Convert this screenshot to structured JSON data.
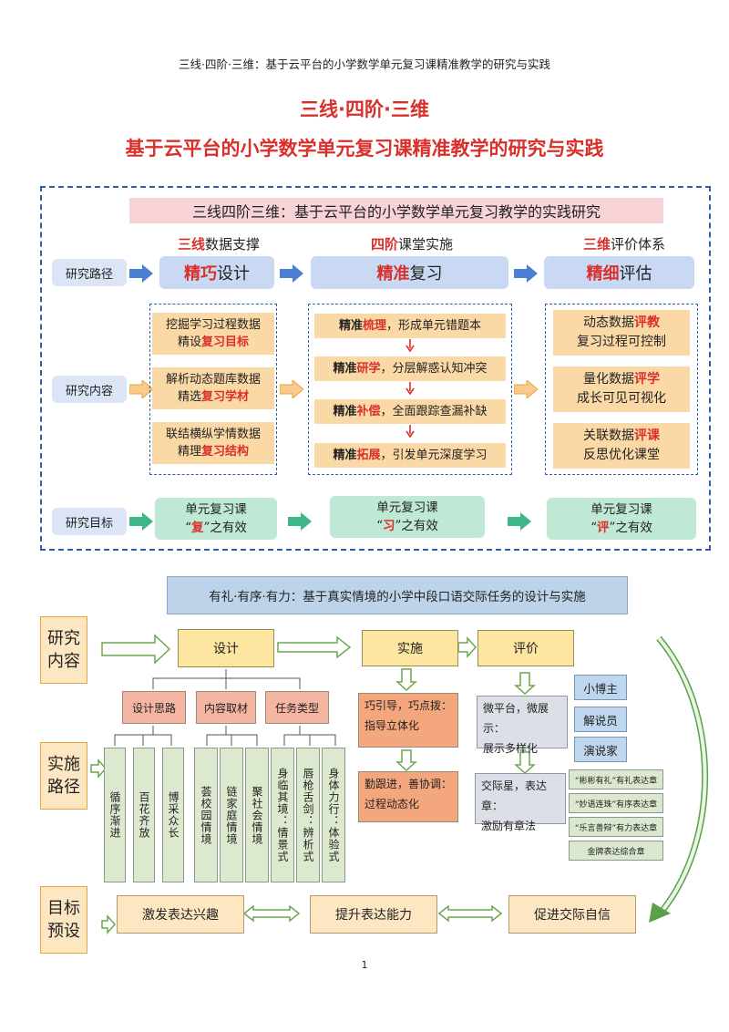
{
  "header": "三线·四阶·三维：基于云平台的小学数学单元复习课精准教学的研究与实践",
  "title": {
    "line1": "三线·四阶·三维",
    "line2": "基于云平台的小学数学单元复习课精准教学的研究与实践"
  },
  "diagram1": {
    "banner": "三线四阶三维：基于云平台的小学数学单元复习教学的实践研究",
    "columns": [
      {
        "head_red": "三线",
        "head_rest": "数据支撑",
        "box_red": "精巧",
        "box_rest": "设计"
      },
      {
        "head_red": "四阶",
        "head_rest": "课堂实施",
        "box_red": "精准",
        "box_rest": "复习"
      },
      {
        "head_red": "三维",
        "head_rest": "评价体系",
        "box_red": "精细",
        "box_rest": "评估"
      }
    ],
    "row_labels": {
      "path": "研究路径",
      "content": "研究内容",
      "goal": "研究目标"
    },
    "col1_items": [
      {
        "line1": "挖掘学习过程数据",
        "pre": "精设",
        "red": "复习目标"
      },
      {
        "line1": "解析动态题库数据",
        "pre": "精选",
        "red": "复习学材"
      },
      {
        "line1": "联结横纵学情数据",
        "pre": "精理",
        "red": "复习结构"
      }
    ],
    "col2_items": [
      {
        "pre": "精准",
        "red": "梳理",
        "rest": "，形成单元错题本"
      },
      {
        "pre": "精准",
        "red": "研学",
        "rest": "，分层解惑认知冲突"
      },
      {
        "pre": "精准",
        "red": "补偿",
        "rest": "，全面跟踪查漏补缺"
      },
      {
        "pre": "精准",
        "red": "拓展",
        "rest": "，引发单元深度学习"
      }
    ],
    "col3_items": [
      {
        "pre": "动态数据",
        "red": "评教",
        "line2": "复习过程可控制"
      },
      {
        "pre": "量化数据",
        "red": "评学",
        "line2": "成长可见可视化"
      },
      {
        "pre": "关联数据",
        "red": "评课",
        "line2": "反思优化课堂"
      }
    ],
    "goals": [
      {
        "line1": "单元复习课",
        "q_open": "“",
        "red": "复",
        "q_close": "”之有效"
      },
      {
        "line1": "单元复习课",
        "q_open": "“",
        "red": "习",
        "q_close": "”之有效"
      },
      {
        "line1": "单元复习课",
        "q_open": "“",
        "red": "评",
        "q_close": "”之有效"
      }
    ]
  },
  "diagram2": {
    "banner": "有礼·有序·有力：基于真实情境的小学中段口语交际任务的设计与实施",
    "side_labels": [
      {
        "line1": "研究",
        "line2": "内容"
      },
      {
        "line1": "实施",
        "line2": "路径"
      },
      {
        "line1": "目标",
        "line2": "预设"
      }
    ],
    "stages": {
      "design": "设计",
      "implement": "实施",
      "evaluate": "评价"
    },
    "design_cats": [
      "设计思路",
      "内容取材",
      "任务类型"
    ],
    "design_leaves": [
      "循序渐进",
      "百花齐放",
      "博采众长",
      "荟校园情境",
      "链家庭情境",
      "聚社会情境",
      "身临其境：情景式",
      "唇枪舌剑：辨析式",
      "身体力行：体验式"
    ],
    "implement_items": [
      {
        "line1": "巧引导，巧点拨：",
        "line2": "指导立体化"
      },
      {
        "line1": "勤跟进，善协调：",
        "line2": "过程动态化"
      }
    ],
    "evaluate_items": [
      {
        "line1": "微平台，微展示：",
        "line2": "展示多样化"
      },
      {
        "line1": "交际星，表达章：",
        "line2": "激励有章法"
      }
    ],
    "roles": [
      "小博主",
      "解说员",
      "演说家"
    ],
    "badges": [
      "“彬彬有礼”有礼表达章",
      "“妙语连珠”有序表达章",
      "“乐言善辩”有力表达章",
      "金牌表达综合章"
    ],
    "goals": [
      "激发表达兴趣",
      "提升表达能力",
      "促进交际自信"
    ]
  },
  "page_number": "1",
  "colors": {
    "red": "#d9302c",
    "blue": "#2f5fa8",
    "orange_box": "#fbd9a6",
    "green_box": "#bfe8d5"
  }
}
